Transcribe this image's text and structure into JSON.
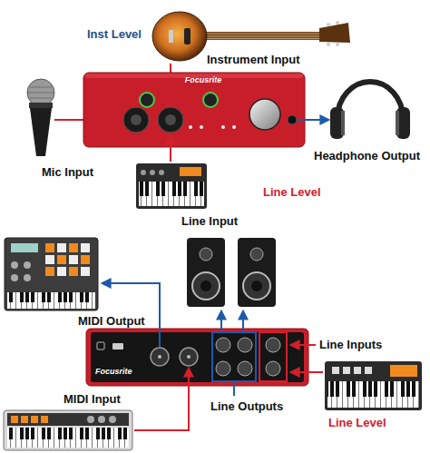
{
  "diagram": {
    "nodes": [
      {
        "text": [
          "Focusrite"
        ]
      },
      {
        "text": [
          "Focusrite"
        ]
      }
    ],
    "labels": [
      "Inst Level",
      "Instrument Input",
      "Mic Input",
      "Headphone Output",
      "Line Level",
      "Line Input",
      "MIDI Output",
      "Line Inputs",
      "MIDI Input",
      "Line Outputs",
      "Line Level"
    ]
  }
}
